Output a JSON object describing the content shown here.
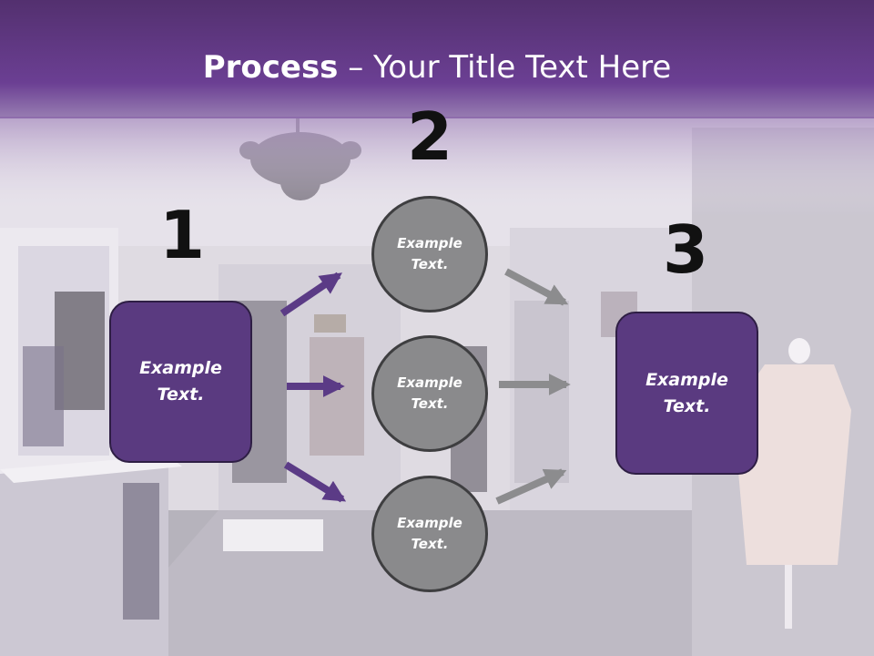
{
  "title": {
    "bold": "Process",
    "rest": " – Your Title Text Here"
  },
  "steps": {
    "one": "1",
    "two": "2",
    "three": "3"
  },
  "left_box": {
    "line1": "Example",
    "line2": "Text."
  },
  "right_box": {
    "line1": "Example",
    "line2": "Text."
  },
  "circles": [
    {
      "line1": "Example",
      "line2": "Text."
    },
    {
      "line1": "Example",
      "line2": "Text."
    },
    {
      "line1": "Example",
      "line2": "Text."
    }
  ],
  "colors": {
    "header": "#5a3180",
    "box_fill": "#5a3a80",
    "circle_fill": "#8a8a8c",
    "arrow_purple": "#5b3b86",
    "arrow_gray": "#8c8c8e"
  }
}
